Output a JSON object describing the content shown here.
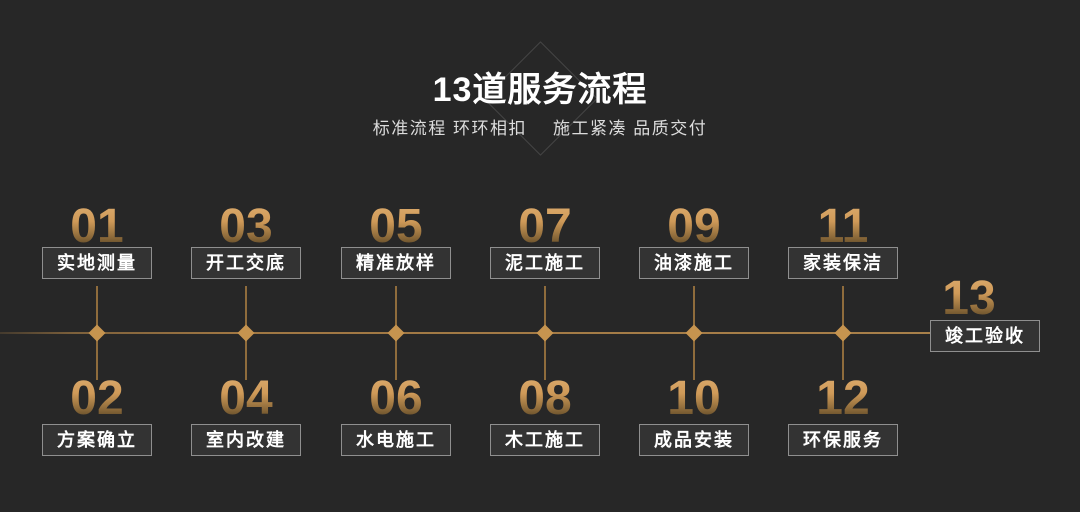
{
  "header": {
    "title": "13道服务流程",
    "subtitle_left": "标准流程 环环相扣",
    "subtitle_right": "施工紧凑 品质交付"
  },
  "colors": {
    "background": "#272727",
    "gold_light": "#dcab6e",
    "gold": "#c6944f",
    "gold_dark": "#47381f",
    "timeline_line": "#a8804a",
    "box_background": "#333333",
    "box_border": "#8f8f8f",
    "title_text": "#ffffff",
    "subtitle_text": "#dcdcdc"
  },
  "steps": [
    {
      "num": "01",
      "label": "实地测量"
    },
    {
      "num": "02",
      "label": "方案确立"
    },
    {
      "num": "03",
      "label": "开工交底"
    },
    {
      "num": "04",
      "label": "室内改建"
    },
    {
      "num": "05",
      "label": "精准放样"
    },
    {
      "num": "06",
      "label": "水电施工"
    },
    {
      "num": "07",
      "label": "泥工施工"
    },
    {
      "num": "08",
      "label": "木工施工"
    },
    {
      "num": "09",
      "label": "油漆施工"
    },
    {
      "num": "10",
      "label": "成品安装"
    },
    {
      "num": "11",
      "label": "家装保洁"
    },
    {
      "num": "12",
      "label": "环保服务"
    },
    {
      "num": "13",
      "label": "竣工验收"
    }
  ]
}
